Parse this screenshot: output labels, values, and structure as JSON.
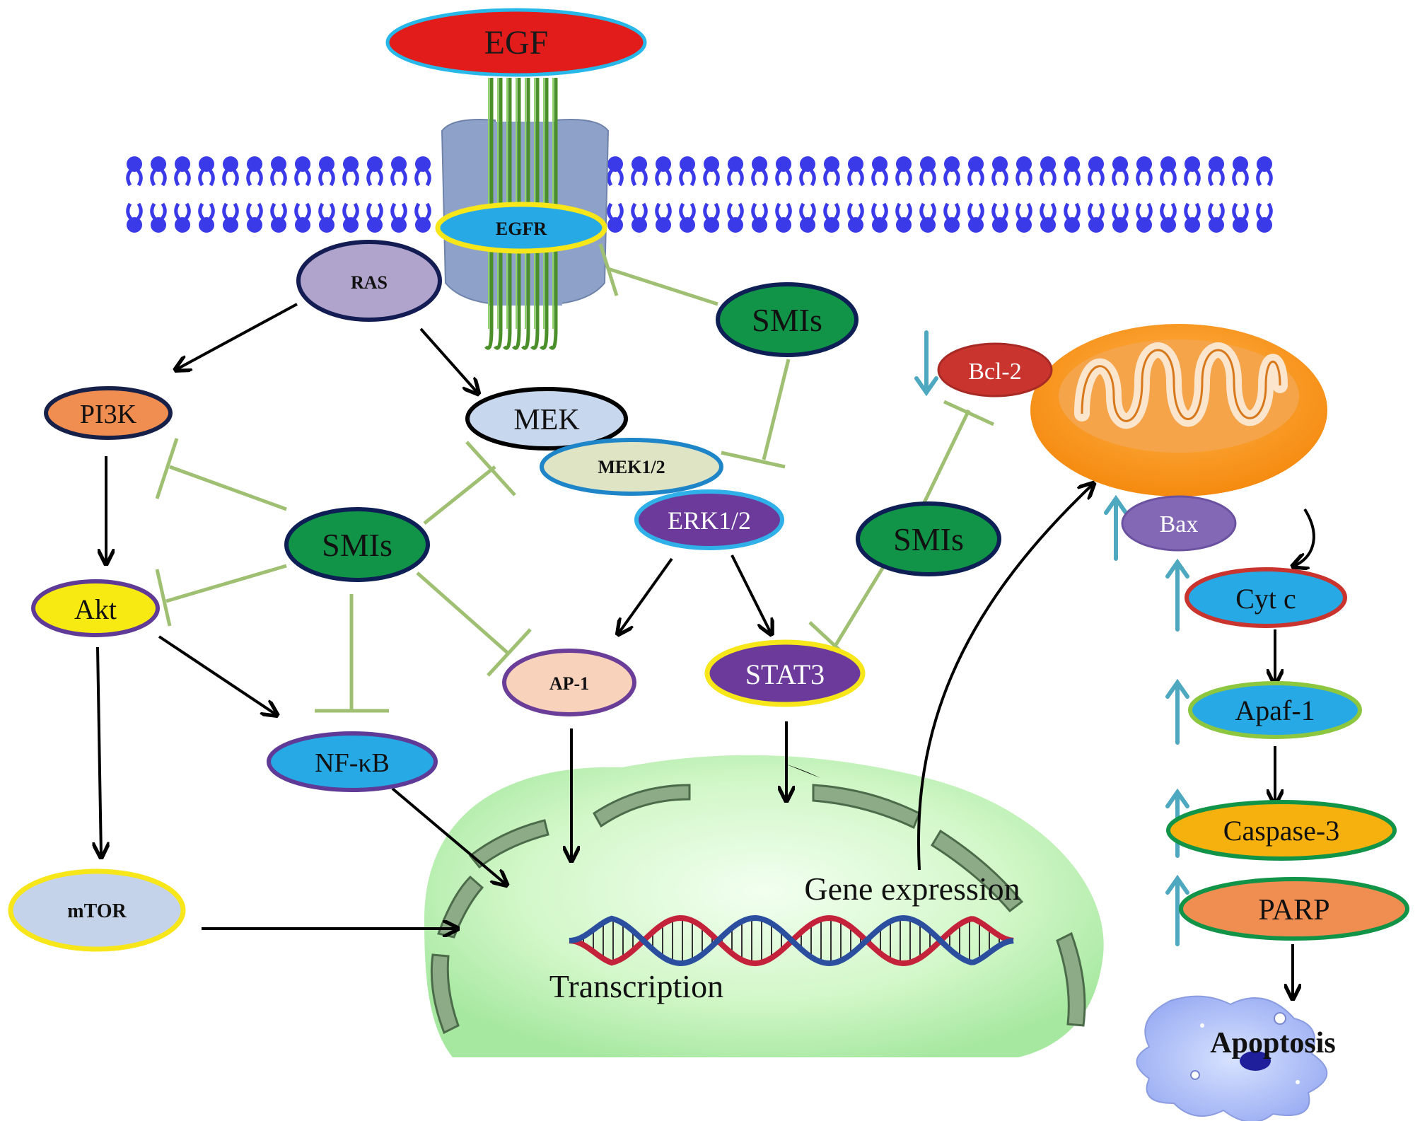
{
  "nodes": {
    "egf": "EGF",
    "egfr": "EGFR",
    "ras": "RAS",
    "pi3k": "PI3K",
    "mek": "MEK",
    "mek12": "MEK1/2",
    "erk12": "ERK1/2",
    "akt": "Akt",
    "smis_center": "SMIs",
    "smis_top": "SMIs",
    "smis_right": "SMIs",
    "nfkb": "NF-κB",
    "ap1": "AP-1",
    "stat3": "STAT3",
    "mtor": "mTOR",
    "bcl2": "Bcl-2",
    "bax": "Bax",
    "cytc": "Cyt c",
    "apaf1": "Apaf-1",
    "caspase3": "Caspase-3",
    "parp": "PARP"
  },
  "labels": {
    "transcription": "Transcription",
    "gene_expression": "Gene expression",
    "apoptosis": "Apoptosis"
  },
  "colors": {
    "activation_arrow": "#000000",
    "inhibition_line": "#9fbf72",
    "regulation_arrow": "#4ea8bf",
    "membrane": "#3333e6",
    "egf": "#e21b1b",
    "smis": "#119448",
    "mitochondrion": "#f7931e",
    "nucleus": "#d2f7c8"
  },
  "icons": {
    "membrane": "lipid-bilayer-icon",
    "receptor": "egfr-receptor-icon",
    "mitochondrion": "mitochondrion-icon",
    "nucleus": "nucleus-icon",
    "dna": "dna-helix-icon",
    "apoptotic_cell": "apoptotic-cell-icon"
  }
}
